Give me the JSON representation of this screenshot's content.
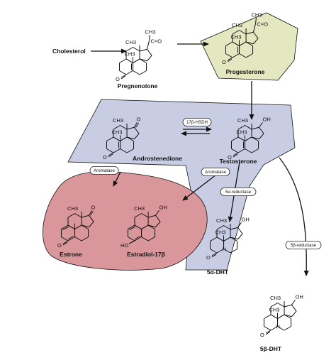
{
  "colors": {
    "progesterone_region": "#e3e8c1",
    "androgen_region": "#c9cde3",
    "estrogen_region": "#d9979b",
    "line": "#111111"
  },
  "compounds": {
    "cholesterol": "Cholesterol",
    "pregnenolone": "Pregnenolone",
    "progesterone": "Progesterone",
    "androstenedione": "Androstenedione",
    "testosterone": "Testosterone",
    "estrone": "Estrone",
    "estradiol": "Estradiol-17β",
    "five_alpha_dht": "5α-DHT",
    "five_beta_dht": "5β-DHT"
  },
  "enzymes": {
    "hsdh": "17β-HSDH",
    "aromatase_1": "Aromatase",
    "aromatase_2": "Aromatase",
    "five_alpha_reductase": "5α-reductase",
    "five_beta_reductase": "5β-reductase"
  },
  "atoms": {
    "ch3": "CH3",
    "c_eq_o": "C=O",
    "o": "O",
    "oh": "OH",
    "ho": "HO",
    "h": "H"
  }
}
